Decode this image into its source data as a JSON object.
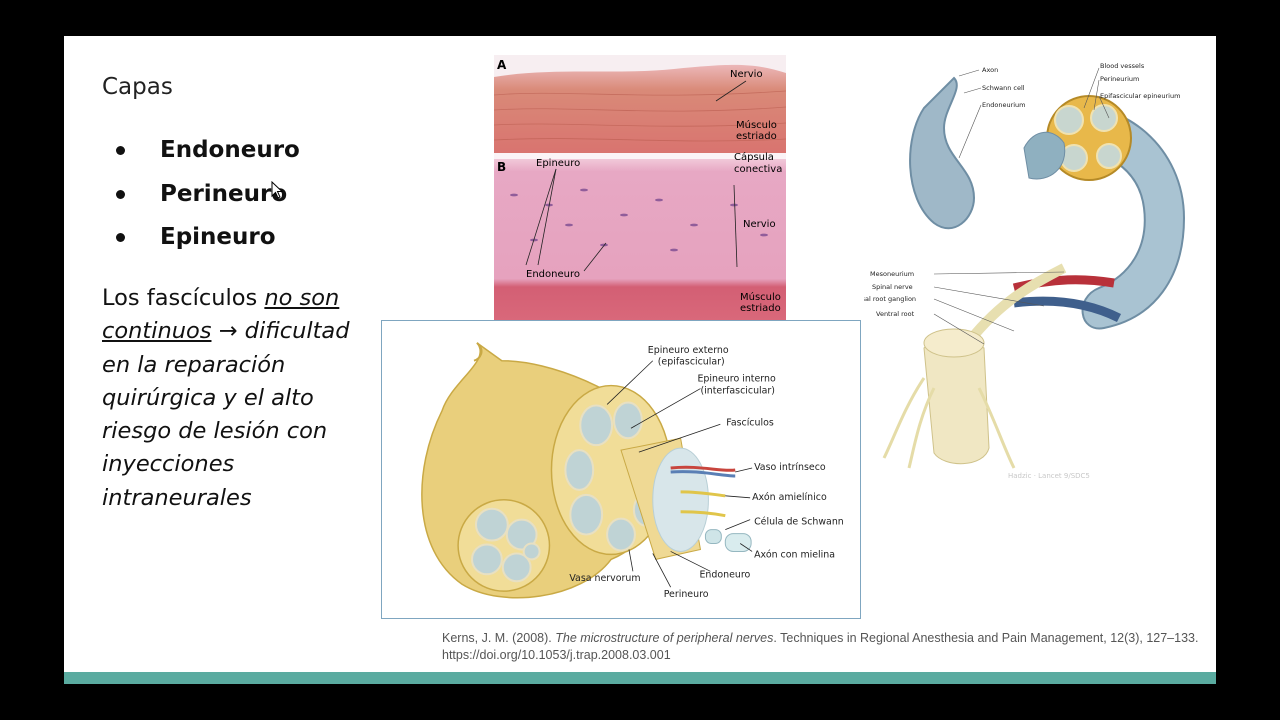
{
  "slide": {
    "heading": "Capas",
    "bullets": [
      "Endoneuro",
      "Perineuro",
      "Epineuro"
    ],
    "paragraph": {
      "lead": "Los fascículos ",
      "underlined": "no son continuos",
      "arrow": " →  ",
      "rest": "dificultad en la reparación quirúrgica y el alto riesgo de lesión con inyecciones intraneurales"
    },
    "accent_color": "#5aaba0"
  },
  "histology": {
    "panel_a": "A",
    "panel_b": "B",
    "labels": {
      "nervio_a": "Nervio",
      "musculo_a_1": "Músculo",
      "musculo_a_2": "estriado",
      "epineuro": "Epineuro",
      "capsula_1": "Cápsula",
      "capsula_2": "conectiva",
      "nervio_b": "Nervio",
      "endoneuro": "Endoneuro",
      "musculo_b_1": "Músculo",
      "musculo_b_2": "estriado"
    }
  },
  "cross_section": {
    "labels": {
      "epi_ext_1": "Epineuro externo",
      "epi_ext_2": "(epifascicular)",
      "epi_int_1": "Epineuro interno",
      "epi_int_2": "(interfascicular)",
      "fasciculos": "Fascículos",
      "vaso": "Vaso intrínseco",
      "axon_amiel": "Axón amielínico",
      "schwann": "Célula de Schwann",
      "axon_mielina": "Axón con mielina",
      "endoneuro": "Endoneuro",
      "vasa": "Vasa nervorum",
      "perineuro": "Perineuro"
    }
  },
  "anatomy": {
    "labels": {
      "axon": "Axon",
      "schwann": "Schwann cell",
      "endoneurium": "Endoneurium",
      "blood_vessels": "Blood vessels",
      "perineurium": "Perineurium",
      "epifascicular": "Epifascicular epineurium",
      "mesoneurium": "Mesoneurium",
      "spinal_nerve": "Spinal nerve",
      "drg": "Dorsal root ganglion",
      "ventral_root": "Ventral root",
      "watermark": "Hadzic · Lancet 9/SDC5"
    }
  },
  "citation": {
    "authors": "Kerns, J. M. (2008). ",
    "title": "The microstructure of peripheral nerves",
    "rest": ". Techniques in Regional Anesthesia and Pain Management, 12(3), 127–133.",
    "doi": "https://doi.org/10.1053/j.trap.2008.03.001"
  }
}
